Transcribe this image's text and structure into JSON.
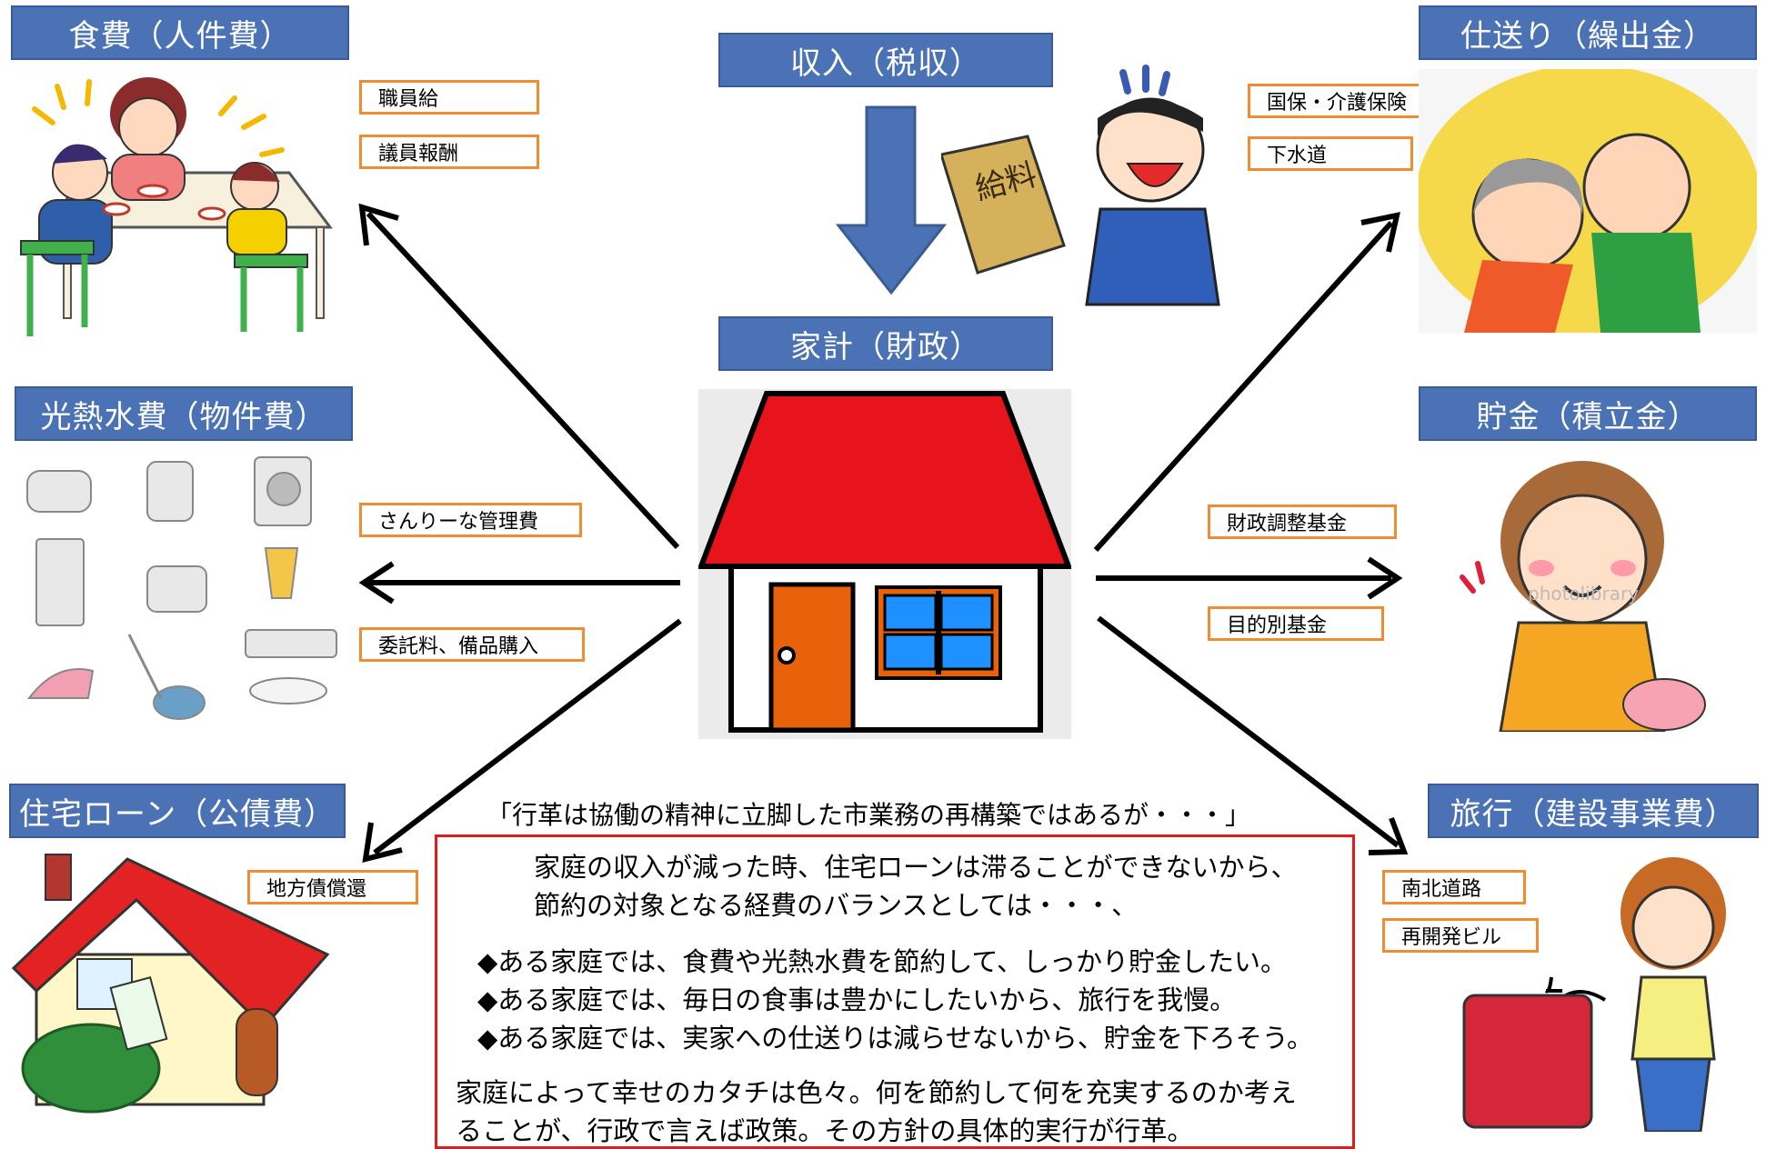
{
  "center": {
    "income_header": "収入（税収）",
    "household_header": "家計（財政）"
  },
  "categories": {
    "food": {
      "header": "食費（人件費）",
      "tags": [
        "職員給",
        "議員報酬"
      ]
    },
    "utilities": {
      "header": "光熱水費（物件費）",
      "tags": [
        "さんりーな管理費",
        "委託料、備品購入"
      ]
    },
    "loan": {
      "header": "住宅ローン（公債費）",
      "tags": [
        "地方債償還"
      ]
    },
    "allowance": {
      "header": "仕送り（繰出金）",
      "tags": [
        "国保・介護保険",
        "下水道"
      ]
    },
    "savings": {
      "header": "貯金（積立金）",
      "tags": [
        "財政調整基金",
        "目的別基金"
      ]
    },
    "travel": {
      "header": "旅行（建設事業費）",
      "tags": [
        "南北道路",
        "再開発ビル"
      ]
    }
  },
  "illustration_text": {
    "salary_bag": "給料",
    "watermark": "photolibrary"
  },
  "message": {
    "quote": "「行革は協働の精神に立脚した市業務の再構築ではあるが・・・」",
    "intro": [
      "家庭の収入が減った時、住宅ローンは滞ることができないから、",
      "節約の対象となる経費のバランスとしては・・・、"
    ],
    "examples": [
      "◆ある家庭では、食費や光熱水費を節約して、しっかり貯金したい。",
      "◆ある家庭では、毎日の食事は豊かにしたいから、旅行を我慢。",
      "◆ある家庭では、実家への仕送りは減らせないから、貯金を下ろそう。"
    ],
    "conclusion": [
      "家庭によって幸せのカタチは色々。何を節約して何を充実するのか考え",
      "ることが、行政で言えば政策。その方針の具体的実行が行革。"
    ]
  },
  "colors": {
    "header_blue": "#4a72b5",
    "tag_orange": "#f08c32",
    "roof_red": "#e8141c",
    "door_orange": "#e8620c",
    "window_blue": "#1e90ff",
    "message_border": "#e01b1b",
    "arrow_black": "#000000",
    "arrow_blue": "#4a72b5"
  }
}
